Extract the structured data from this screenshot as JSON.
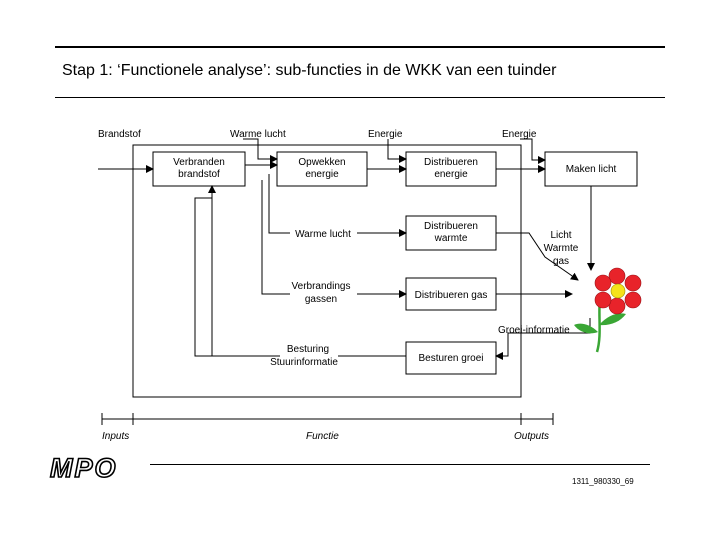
{
  "title": "Stap 1: ‘Functionele analyse’: sub-functies in de WKK van een tuinder",
  "inputs": {
    "brandstof": "Brandstof",
    "warme_lucht": "Warme lucht",
    "energie_1": "Energie",
    "energie_2": "Energie"
  },
  "boxes": {
    "verbranden": [
      "Verbranden",
      "brandstof"
    ],
    "opwekken": [
      "Opwekken",
      "energie"
    ],
    "distribueren_energie": [
      "Distribueren",
      "energie"
    ],
    "maken_licht": "Maken licht",
    "distribueren_warmte": [
      "Distribueren",
      "warmte"
    ],
    "distribueren_gas": "Distribueren gas",
    "besturen_groei": "Besturen groei"
  },
  "labels": {
    "warme_lucht": "Warme lucht",
    "verbrandings_gassen": [
      "Verbrandings",
      "gassen"
    ],
    "besturing": [
      "Besturing",
      "Stuurinformatie"
    ],
    "licht_warmte_gas": [
      "Licht",
      "Warmte",
      "gas"
    ],
    "groei_informatie": "Groei-informatie"
  },
  "bottom_labels": {
    "inputs": "Inputs",
    "functie": "Functie",
    "outputs": "Outputs"
  },
  "logo_text": "MPO",
  "footer_code": "1311_980330_69",
  "colors": {
    "petal": "#e8232a",
    "center": "#f5e21a",
    "stem": "#3aa635"
  }
}
